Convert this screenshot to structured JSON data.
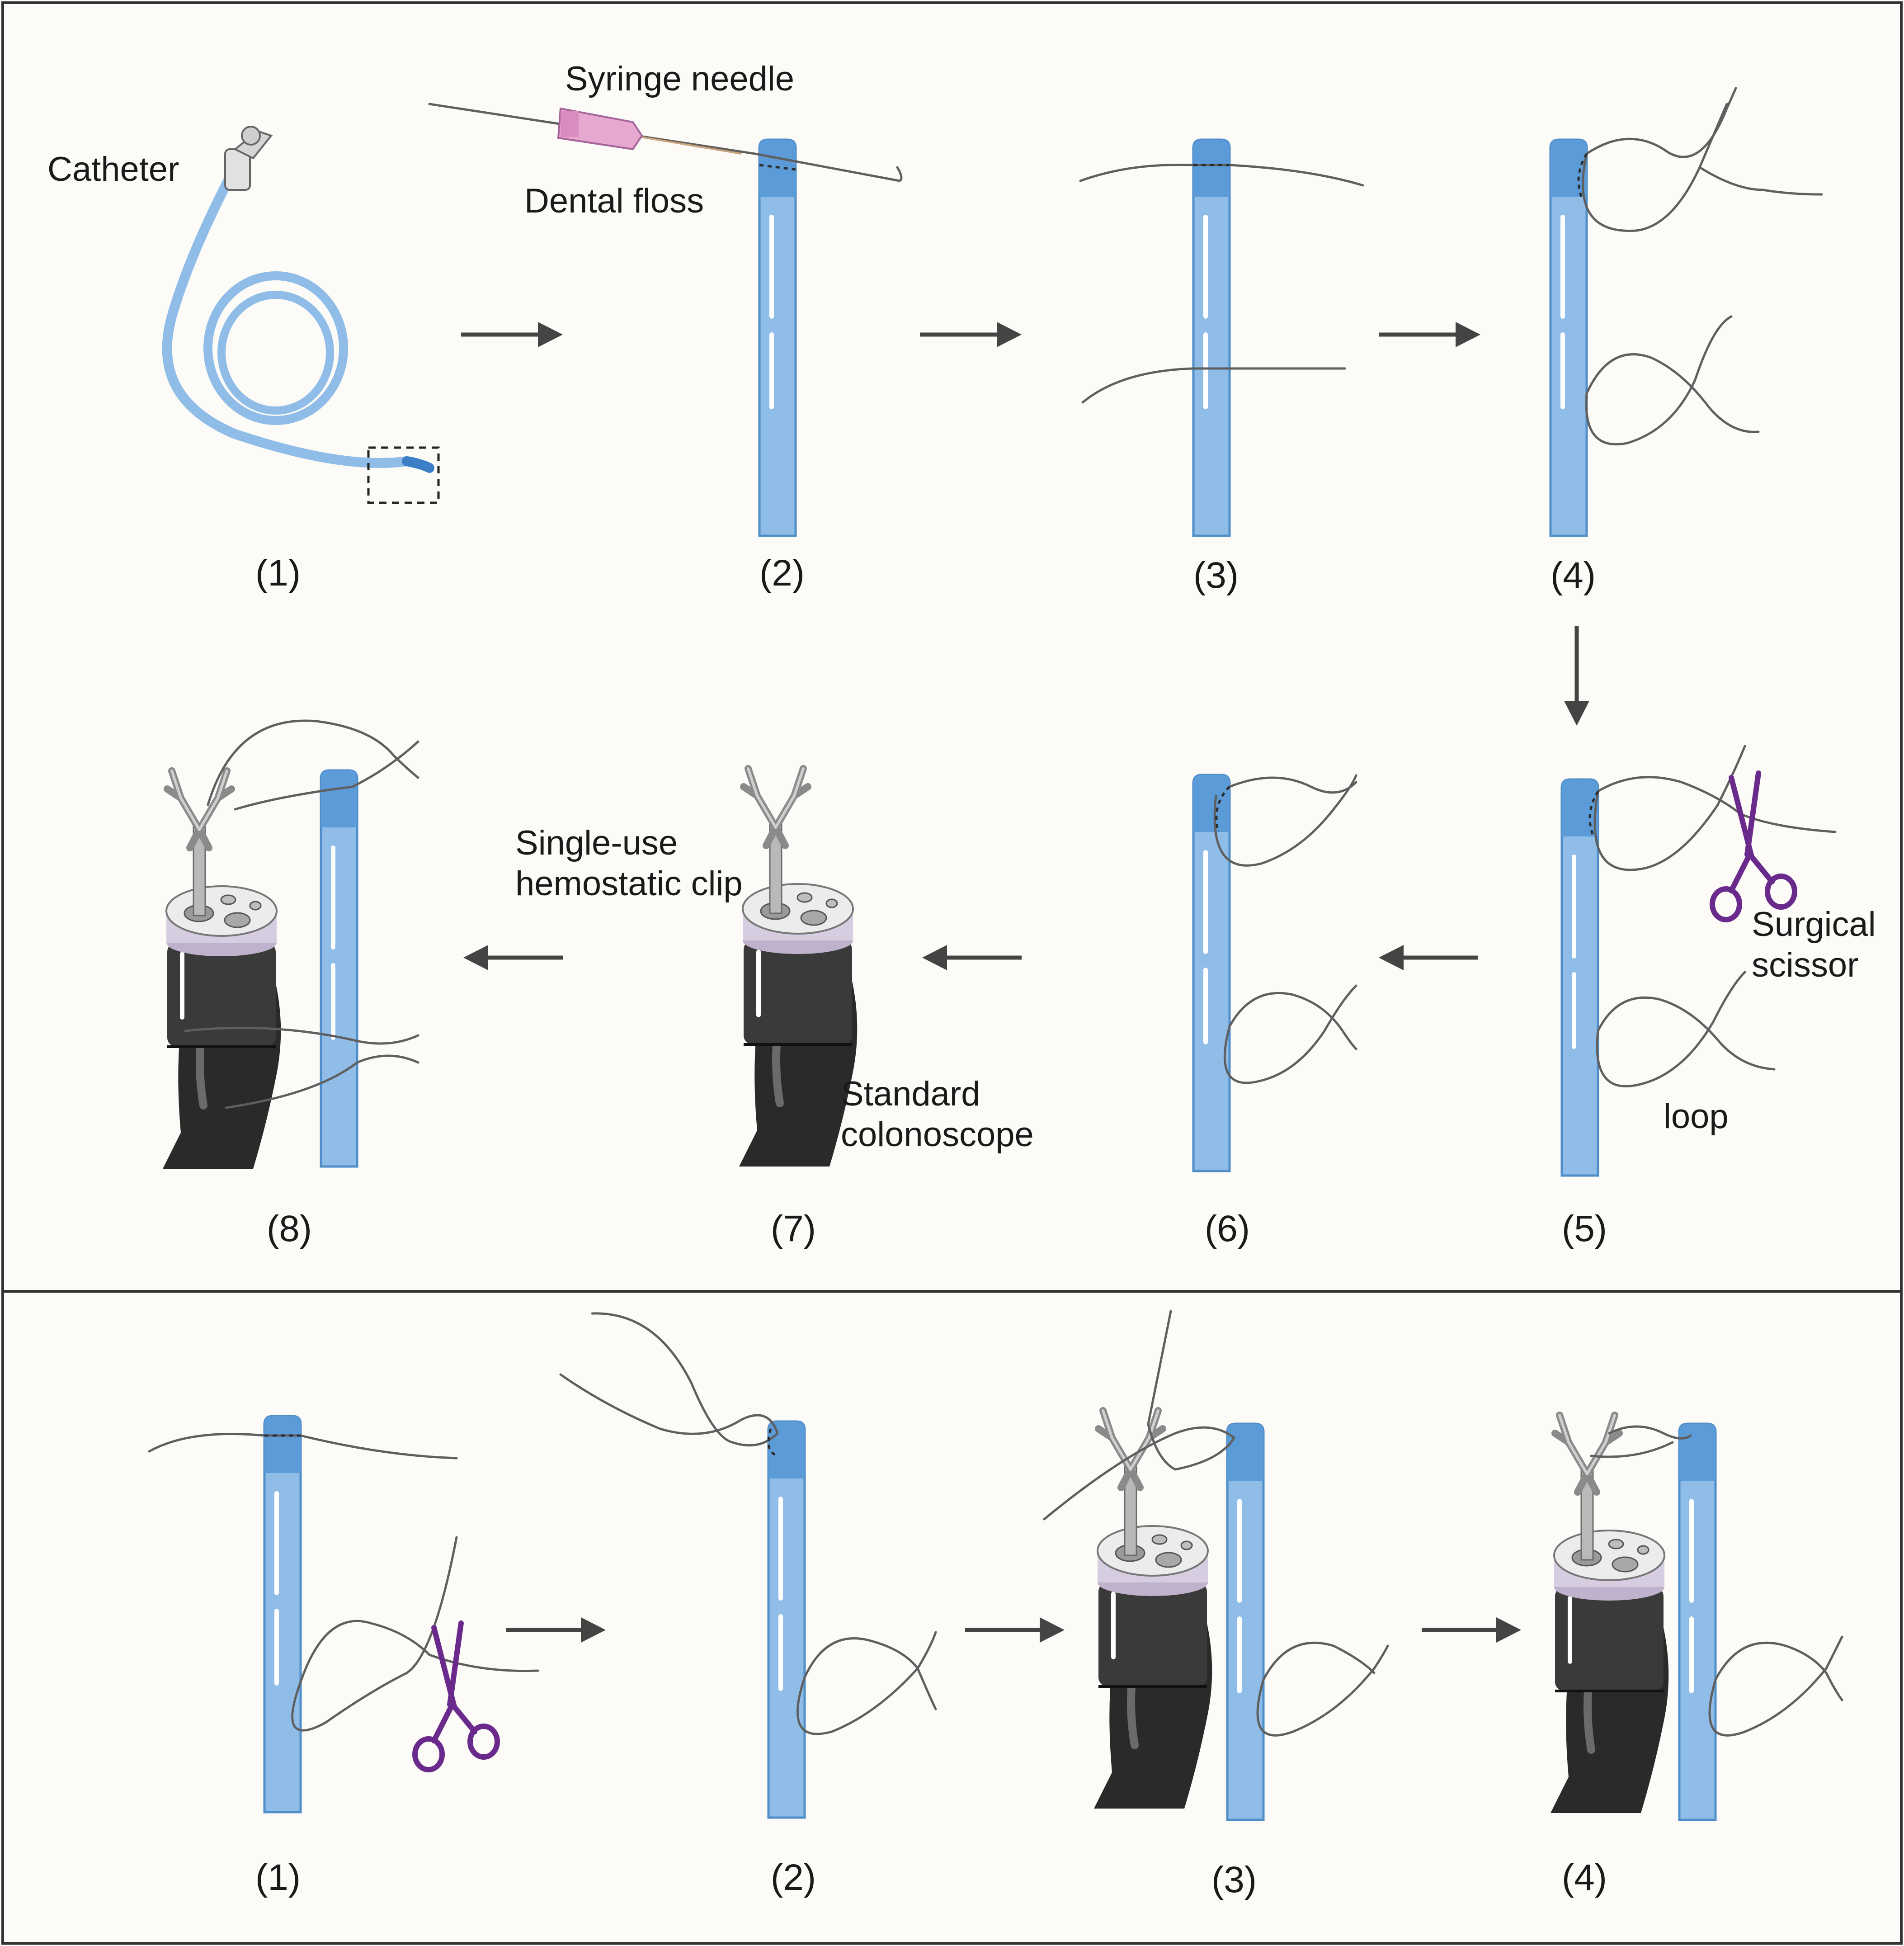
{
  "panel_a": {
    "steps": [
      "(1)",
      "(2)",
      "(3)",
      "(4)",
      "(5)",
      "(6)",
      "(7)",
      "(8)"
    ],
    "labels": {
      "catheter": "Catheter",
      "syringe_needle": "Syringe needle",
      "dental_floss": "Dental floss",
      "surgical_scissor_line1": "Surgical",
      "surgical_scissor_line2": "scissor",
      "loop": "loop",
      "standard_colonoscope_line1": "Standard",
      "standard_colonoscope_line2": "colonoscope",
      "single_use_clip_line1": "Single-use",
      "single_use_clip_line2": "hemostatic clip"
    }
  },
  "panel_b": {
    "steps": [
      "(1)",
      "(2)",
      "(3)",
      "(4)"
    ]
  },
  "colors": {
    "panel_background": "#fcfbf8",
    "catheter_blue": "#8fbde8",
    "catheter_tip_blue": "#5b9bd8",
    "floss_gray": "#5f5f5f",
    "scissor_purple": "#6a2a8c",
    "colonoscope_black": "#2a2a2a",
    "syringe_pink": "#e6a8cf"
  }
}
